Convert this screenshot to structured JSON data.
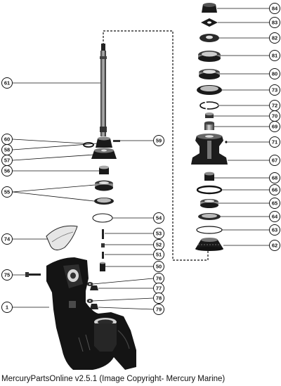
{
  "footer": {
    "text": "MercuryPartsOnline v2.5.1 (Image Copyright- Mercury Marine)"
  },
  "callouts": [
    "84",
    "83",
    "82",
    "81",
    "80",
    "73",
    "72",
    "70",
    "69",
    "71",
    "67",
    "68",
    "66",
    "65",
    "64",
    "63",
    "62",
    "61",
    "60",
    "59",
    "58",
    "57",
    "56",
    "55",
    "54",
    "74",
    "53",
    "52",
    "51",
    "50",
    "75",
    "76",
    "77",
    "78",
    "79",
    "1"
  ],
  "colors": {
    "ink": "#111111",
    "part_dark": "#1a1a1a",
    "part_mid": "#6b6b6b",
    "part_light": "#c8c8c8",
    "background": "#ffffff"
  }
}
